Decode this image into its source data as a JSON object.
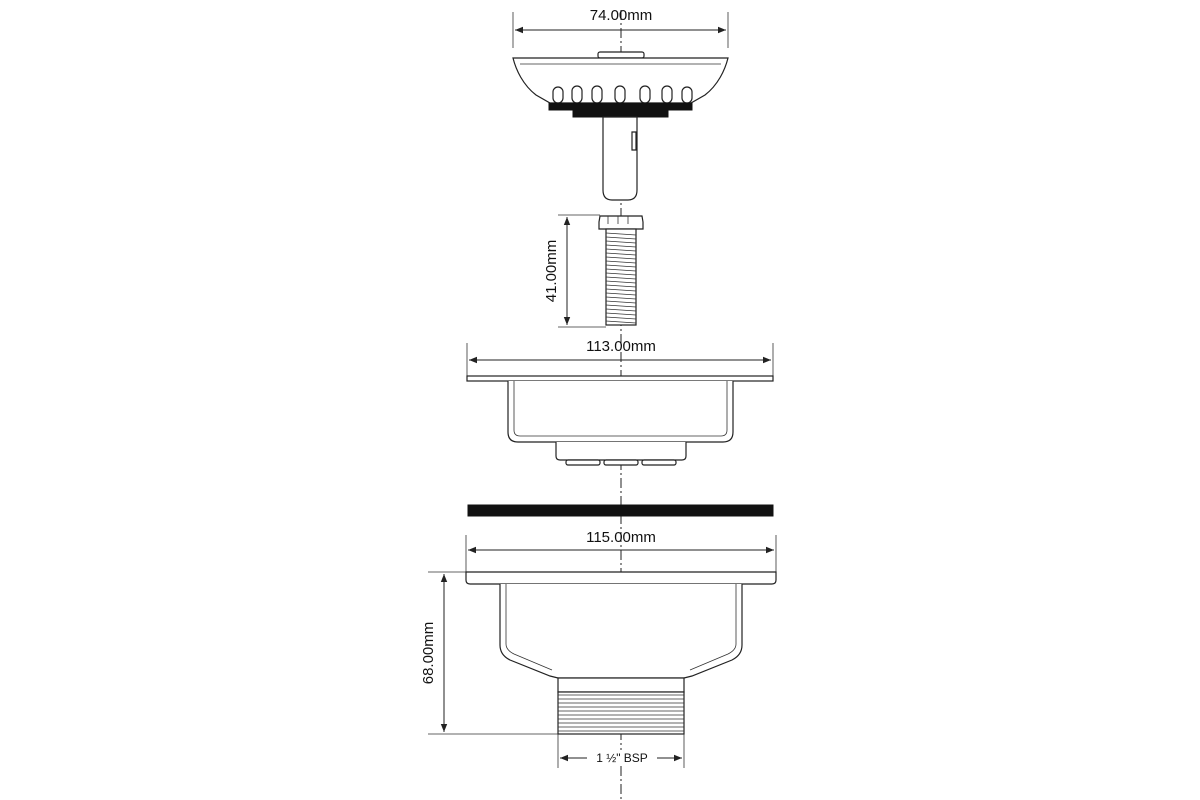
{
  "dimensions": {
    "basket_width": "74.00mm",
    "rod_length": "41.00mm",
    "flange_width": "113.00mm",
    "body_width": "115.00mm",
    "body_height": "68.00mm",
    "thread_size": "1 ½\" BSP"
  },
  "colors": {
    "line": "#222222",
    "gasket": "#111111",
    "background": "#ffffff"
  }
}
